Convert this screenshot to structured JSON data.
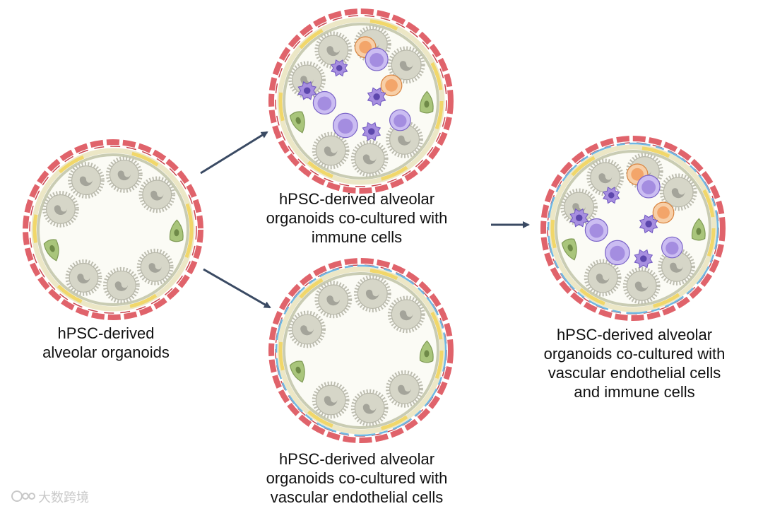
{
  "colors": {
    "background": "#ffffff",
    "ring_outer": "#e0636b",
    "ring_mid": "#ece7c6",
    "ring_yellow": "#f1d76a",
    "ring_inner": "#c9ccb3",
    "vascular": "#6fb7e2",
    "epithelial_cell": "#d6d6c8",
    "epithelial_nucleus": "#a4a49a",
    "type1_cell": "#a9c57b",
    "immune_purple": "#a48de0",
    "immune_orange": "#f3a56a",
    "macrophage": "#a78fe0",
    "arrow": "#3a4a63",
    "text": "#111111"
  },
  "captions": {
    "base": [
      "hPSC-derived",
      "alveolar organoids"
    ],
    "immune": [
      "hPSC-derived alveolar",
      "organoids co-cultured with",
      "immune cells"
    ],
    "vascular": [
      "hPSC-derived alveolar",
      "organoids co-cultured with",
      "vascular endothelial cells"
    ],
    "combined": [
      "hPSC-derived alveolar",
      "organoids co-cultured with",
      "vascular endothelial cells",
      "and immune cells"
    ]
  },
  "watermark": {
    "text": "大数跨境"
  }
}
